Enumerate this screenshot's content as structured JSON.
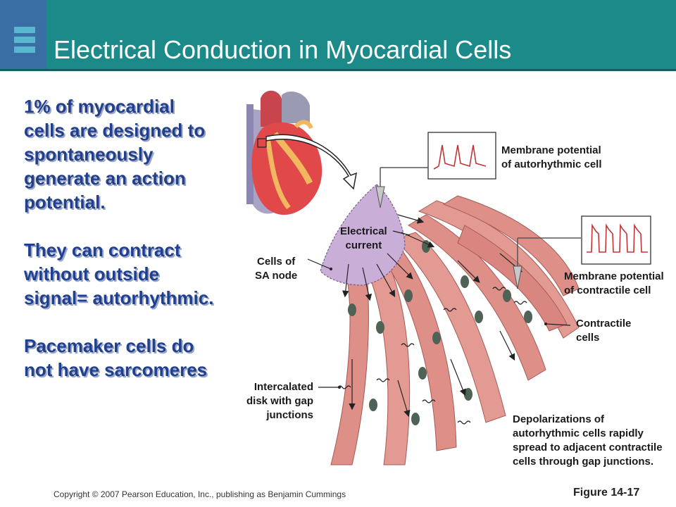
{
  "slide": {
    "title": "Electrical Conduction in Myocardial Cells",
    "colors": {
      "header": "#1d8a8a",
      "header_accent": "#3a6fa6",
      "body_text": "#1f3f8f"
    }
  },
  "bullets": [
    "1% of myocardial cells are designed to spontaneously generate an action potential.",
    "They can contract without outside signal= autorhythmic.",
    "Pacemaker cells do not have sarcomeres"
  ],
  "diagram": {
    "labels": {
      "membrane_autorhythmic": [
        "Membrane potential",
        "of autorhythmic cell"
      ],
      "electrical_current": [
        "Electrical",
        "current"
      ],
      "sa_node": [
        "Cells of",
        "SA node"
      ],
      "membrane_contractile": [
        "Membrane potential",
        "of contractile cell"
      ],
      "contractile_cells": [
        "Contractile",
        "cells"
      ],
      "intercalated": [
        "Intercalated",
        "disk with gap",
        "junctions"
      ],
      "depolarizations": [
        "Depolarizations of",
        "autorhythmic cells rapidly",
        "spread to adjacent contractile",
        "cells through gap junctions."
      ]
    }
  },
  "footer": {
    "copyright": "Copyright © 2007 Pearson Education, Inc., publishing as Benjamin Cummings",
    "figure": "Figure 14-17"
  }
}
